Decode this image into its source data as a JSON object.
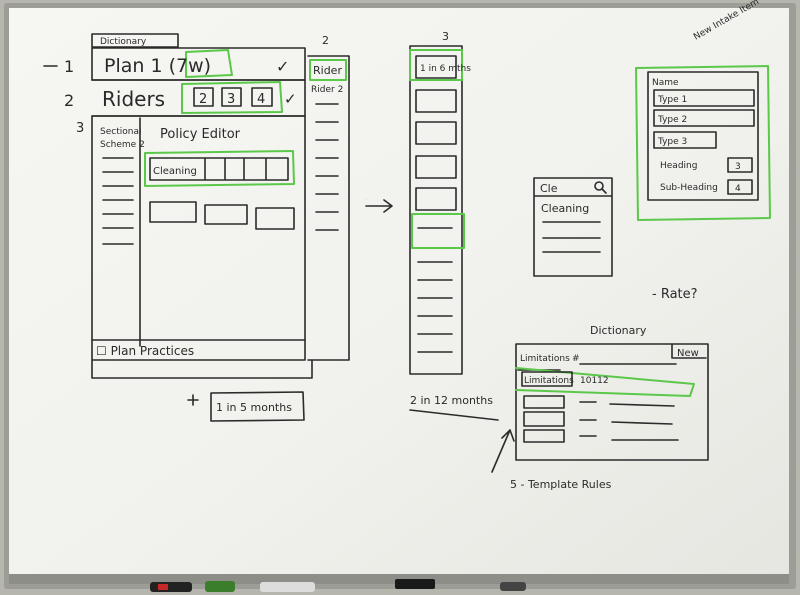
{
  "colors": {
    "ink": "#2b2b2b",
    "green": "#5cc84a",
    "board": "#f3f3ef",
    "frame": "#a9a9a4"
  },
  "sketch1": {
    "tab": "Dictionary",
    "row1_num": "1",
    "row1_text": "Plan 1 (7w)",
    "row1_check": "✓",
    "row2_num": "2",
    "row2_text": "Riders",
    "row2_boxes": [
      "2",
      "3",
      "4"
    ],
    "row2_check": "✓",
    "row3_num": "3",
    "sidebar_lines": [
      "Sectional",
      "Scheme 2"
    ],
    "editor_title": "Policy Editor",
    "cleaning_label": "Cleaning",
    "footer": "☐ Plan Practices",
    "rider_col_num": "2",
    "rider_col_top": "Rider",
    "rider_col_second": "Rider 2",
    "plus": "+",
    "monthly_box": "1 in 5 months"
  },
  "sketch2": {
    "col_num": "3",
    "top_item": "1 in 6 mths",
    "bottom_label": "2 in 12 months",
    "arrow": "→"
  },
  "sketch3": {
    "search_text": "Cle",
    "search_icon": "search-icon",
    "result": "Cleaning"
  },
  "sketch4": {
    "note": "New Intake Item",
    "name_label": "Name",
    "type_rows": [
      "Type 1",
      "Type 2",
      "Type 3"
    ],
    "heading_label": "Heading",
    "heading_value": "3",
    "subheading_label": "Sub-Heading",
    "subheading_value": "4"
  },
  "sketch5": {
    "rate_note": "- Rate?",
    "title": "Dictionary",
    "new_button": "New",
    "header_left": "Limitations",
    "header_right": "#",
    "row_left": "Limitations",
    "row_code": "10112",
    "template_note": "5 - Template Rules"
  }
}
